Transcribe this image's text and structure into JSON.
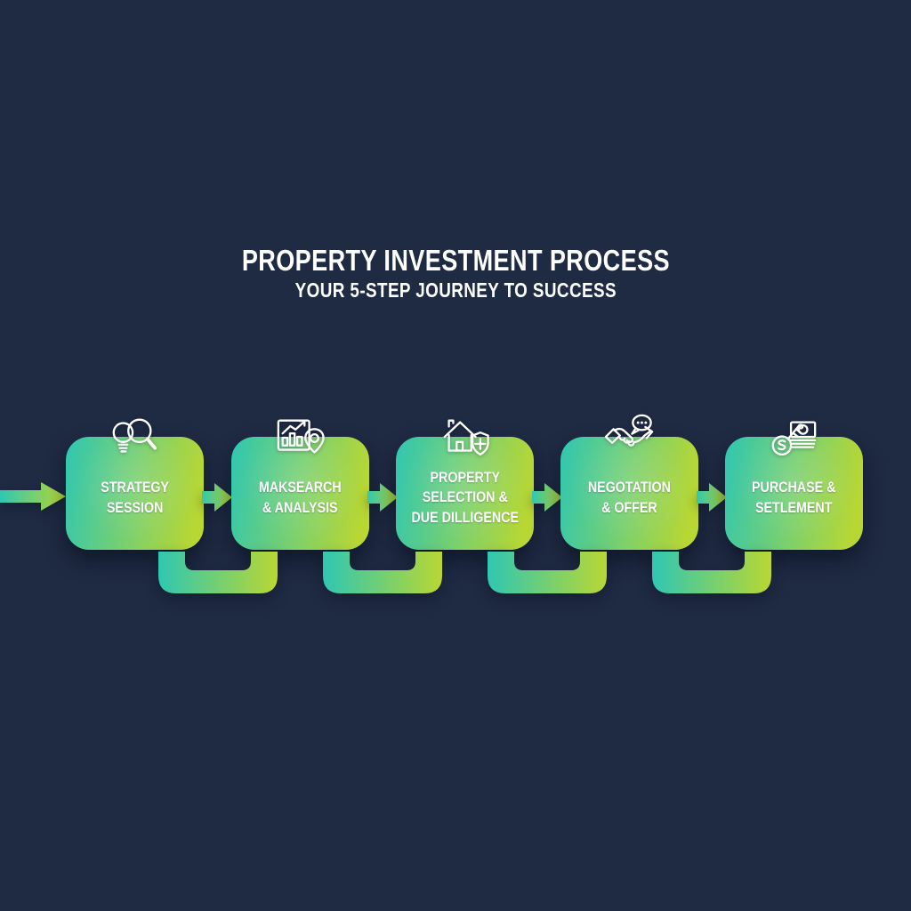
{
  "header": {
    "title": "PROPERTY INVESTMENT PROCESS",
    "subtitle": "YOUR 5-STEP JOURNEY TO SUCCESS"
  },
  "colors": {
    "navy": "#1f2a43",
    "teal": "#2fc7b2",
    "lime": "#b9d733",
    "text": "#ffffff"
  },
  "steps": [
    {
      "label": "STRATEGY\nSESSION",
      "icon": "lightbulb-magnifier"
    },
    {
      "label": "MAKSEARCH\n& ANALYSIS",
      "icon": "chart-location-pin"
    },
    {
      "label": "PROPERTY\nSELECTION &\nDUE DILLIGENCE",
      "icon": "house-shield"
    },
    {
      "label": "NEGOTATION\n& OFFER",
      "icon": "handshake-chat"
    },
    {
      "label": "PURCHASE &\nSETLEMENT",
      "icon": "key-money"
    }
  ],
  "flow": {
    "direction": "left-to-right",
    "arrow_count": 5,
    "connector_count": 4
  }
}
